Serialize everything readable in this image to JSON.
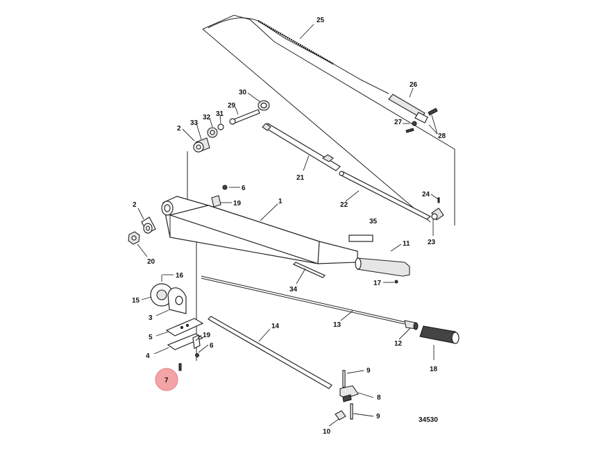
{
  "diagram": {
    "figure_number": "34530",
    "highlighted_callout": "7",
    "highlight_color": "#f4a3a6",
    "callouts": [
      "25",
      "26",
      "27",
      "28",
      "30",
      "29",
      "31",
      "32",
      "33",
      "2",
      "21",
      "22",
      "6",
      "19",
      "1",
      "24",
      "2",
      "20",
      "35",
      "23",
      "11",
      "16",
      "17",
      "34",
      "15",
      "3",
      "13",
      "12",
      "14",
      "5",
      "19",
      "6",
      "18",
      "4",
      "7",
      "9",
      "8",
      "9",
      "10"
    ]
  }
}
